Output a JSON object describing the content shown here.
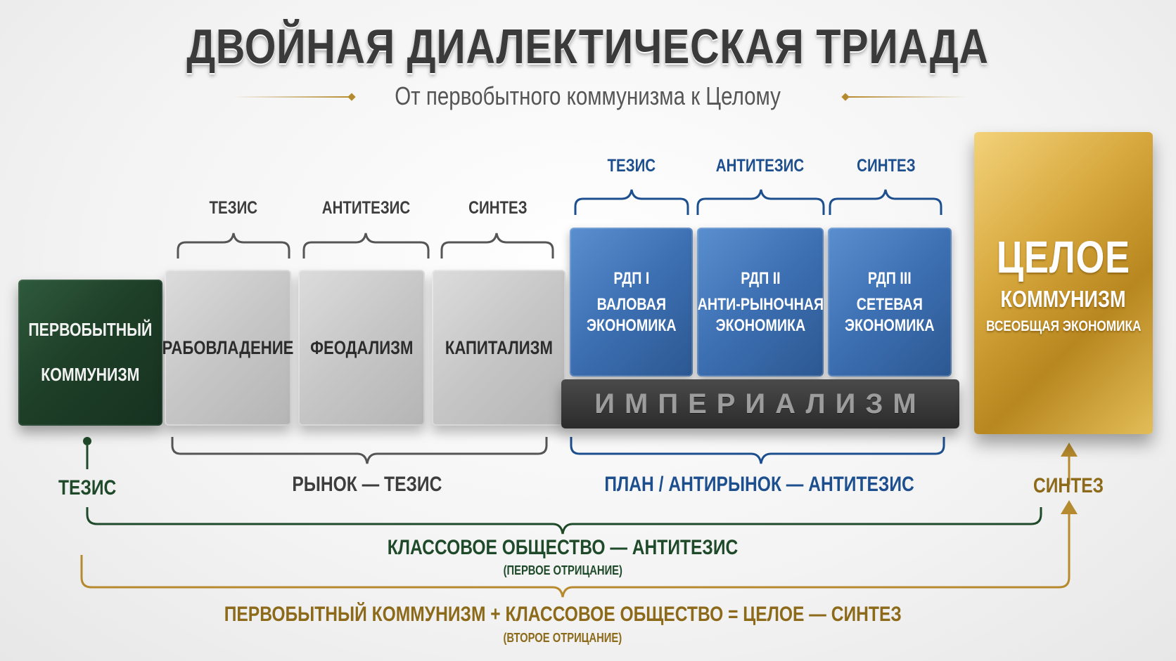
{
  "header": {
    "title": "ДВОЙНАЯ ДИАЛЕКТИЧЕСКАЯ ТРИАДА",
    "subtitle": "От первобытного коммунизма к Целому"
  },
  "grey_group": {
    "phase_labels": [
      "ТЕЗИС",
      "АНТИТЕЗИС",
      "СИНТЕЗ"
    ],
    "blocks": [
      "РАБОВЛАДЕНИЕ",
      "ФЕОДАЛИЗМ",
      "КАПИТАЛИЗМ"
    ],
    "group_label": "РЫНОК — ТЕЗИС"
  },
  "green_block": {
    "line1": "ПЕРВОБЫТНЫЙ",
    "line2": "КОММУНИЗМ",
    "label": "ТЕЗИС"
  },
  "blue_group": {
    "phase_labels": [
      "ТЕЗИС",
      "АНТИТЕЗИС",
      "СИНТЕЗ"
    ],
    "blocks": [
      {
        "line1": "РДП I",
        "line2": "ВАЛОВАЯ",
        "line3": "ЭКОНОМИКА"
      },
      {
        "line1": "РДП II",
        "line2": "АНТИ-РЫНОЧНАЯ",
        "line3": "ЭКОНОМИКА"
      },
      {
        "line1": "РДП III",
        "line2": "СЕТЕВАЯ",
        "line3": "ЭКОНОМИКА"
      }
    ],
    "base_label": "ИМПЕРИАЛИЗМ",
    "group_label": "ПЛАН / АНТИРЫНОК — АНТИТЕЗИС"
  },
  "gold_block": {
    "main": "ЦЕЛОЕ",
    "sub1": "КОММУНИЗМ",
    "sub2": "ВСЕОБЩАЯ ЭКОНОМИКА",
    "label": "СИНТЕЗ"
  },
  "bottom": {
    "class_society": "КЛАССОВОЕ ОБЩЕСТВО — АНТИТЕЗИС",
    "first_negation": "(ПЕРВОЕ ОТРИЦАНИЕ)",
    "synthesis_equation": "ПЕРВОБЫТНЫЙ КОММУНИЗМ + КЛАССОВОЕ ОБЩЕСТВО = ЦЕЛОЕ — СИНТЕЗ",
    "second_negation": "(ВТОРОЕ ОТРИЦАНИЕ)"
  },
  "colors": {
    "green": "#1f4a2a",
    "blue": "#1d4f8f",
    "gold": "#b68a2e",
    "grey": "#3d3d3d"
  }
}
